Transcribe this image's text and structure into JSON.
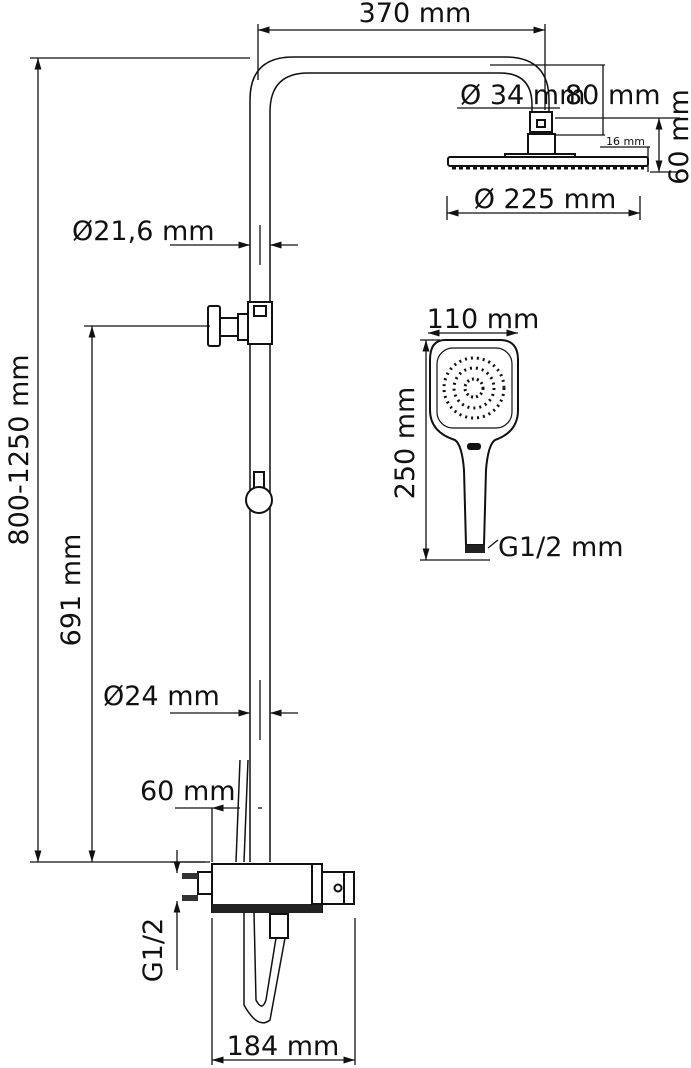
{
  "dimensions": {
    "arm_length": "370 mm",
    "head_connector_dia": "Ø 34 mm",
    "head_offset": "80 mm",
    "head_height": "60 mm",
    "head_thickness": "16 mm",
    "head_dia": "Ø 225 mm",
    "upper_pipe_dia": "Ø21,6 mm",
    "total_height": "800-1250 mm",
    "valve_height": "691 mm",
    "lower_pipe_dia": "Ø24 mm",
    "wall_offset": "60 mm",
    "inlet": "G1/2",
    "mixer_width": "184 mm",
    "hand_width": "110 mm",
    "hand_length": "250 mm",
    "hand_thread": "G1/2 mm"
  },
  "colors": {
    "line": "#111111",
    "background": "#ffffff"
  }
}
